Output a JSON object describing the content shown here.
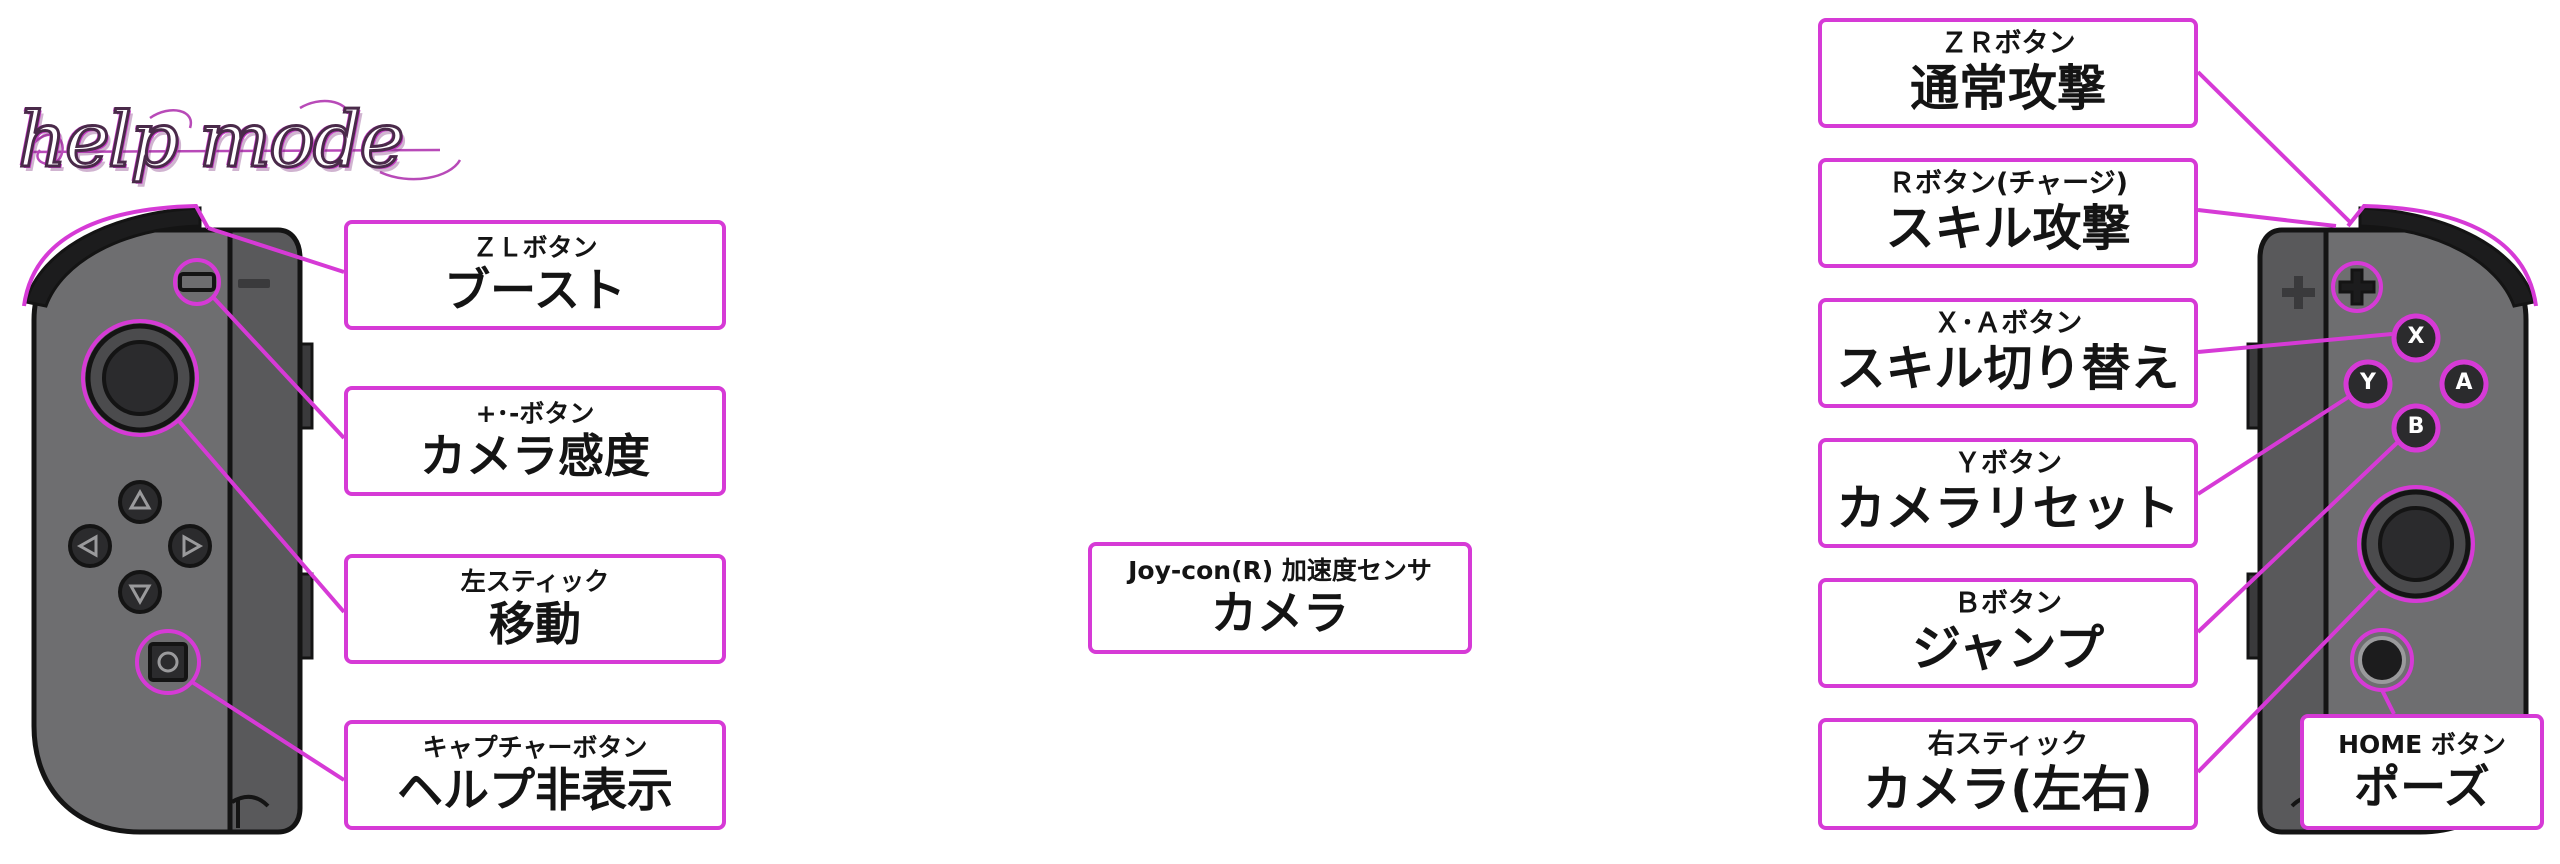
{
  "logo": {
    "text": "help mode"
  },
  "labels": {
    "zl": {
      "button": "ＺＬボタン",
      "action": "ブースト"
    },
    "plus_minus": {
      "button": "+･-ボタン",
      "action": "カメラ感度"
    },
    "left_stick": {
      "button": "左スティック",
      "action": "移動"
    },
    "capture": {
      "button": "キャプチャーボタン",
      "action": "ヘルプ非表示"
    },
    "gyro": {
      "button": "Joy-con(R) 加速度センサ",
      "action": "カメラ"
    },
    "zr": {
      "button": "ＺＲボタン",
      "action": "通常攻撃"
    },
    "r": {
      "button": "Ｒボタン(チャージ)",
      "action": "スキル攻撃"
    },
    "xa": {
      "button": "Ｘ･Ａボタン",
      "action": "スキル切り替え"
    },
    "y": {
      "button": "Ｙボタン",
      "action": "カメラリセット"
    },
    "b": {
      "button": "Ｂボタン",
      "action": "ジャンプ"
    },
    "right_stick": {
      "button": "右スティック",
      "action": "カメラ(左右)"
    },
    "home": {
      "button": "HOME ボタン",
      "action": "ポーズ"
    }
  },
  "face_buttons": {
    "x": "X",
    "y": "Y",
    "a": "A",
    "b": "B"
  },
  "colors": {
    "highlight": "#d63ad6",
    "controller_body": "#6e6e70",
    "controller_rail": "#59595b",
    "outline": "#141414"
  }
}
